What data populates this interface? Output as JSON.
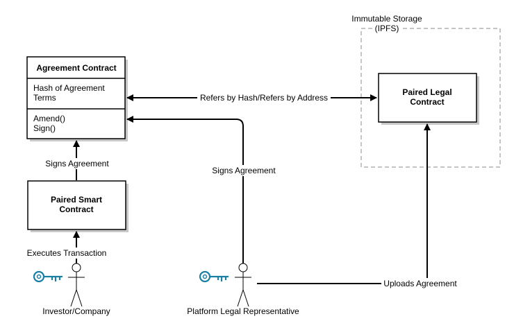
{
  "storage": {
    "label_line1": "Immutable Storage",
    "label_line2": "(IPFS)"
  },
  "agreement_contract": {
    "title": "Agreement Contract",
    "attr_line1": "Hash of Agreement",
    "attr_line2": "Terms",
    "method1": "Amend()",
    "method2": "Sign()"
  },
  "paired_legal": {
    "line1": "Paired Legal",
    "line2": "Contract"
  },
  "paired_smart": {
    "line1": "Paired Smart",
    "line2": "Contract"
  },
  "edges": {
    "refers": "Refers by Hash/Refers by Address",
    "signs_left": "Signs Agreement",
    "signs_right": "Signs Agreement",
    "executes": "Executes Transaction",
    "uploads": "Uploads Agreement"
  },
  "actors": {
    "investor": "Investor/Company",
    "platform": "Platform Legal Representative"
  },
  "colors": {
    "key": "#1a7fa3",
    "stroke": "#000000",
    "storage_border": "#b0b0b0"
  },
  "icons": {
    "key": "key-icon",
    "actor": "stick-figure-icon"
  }
}
